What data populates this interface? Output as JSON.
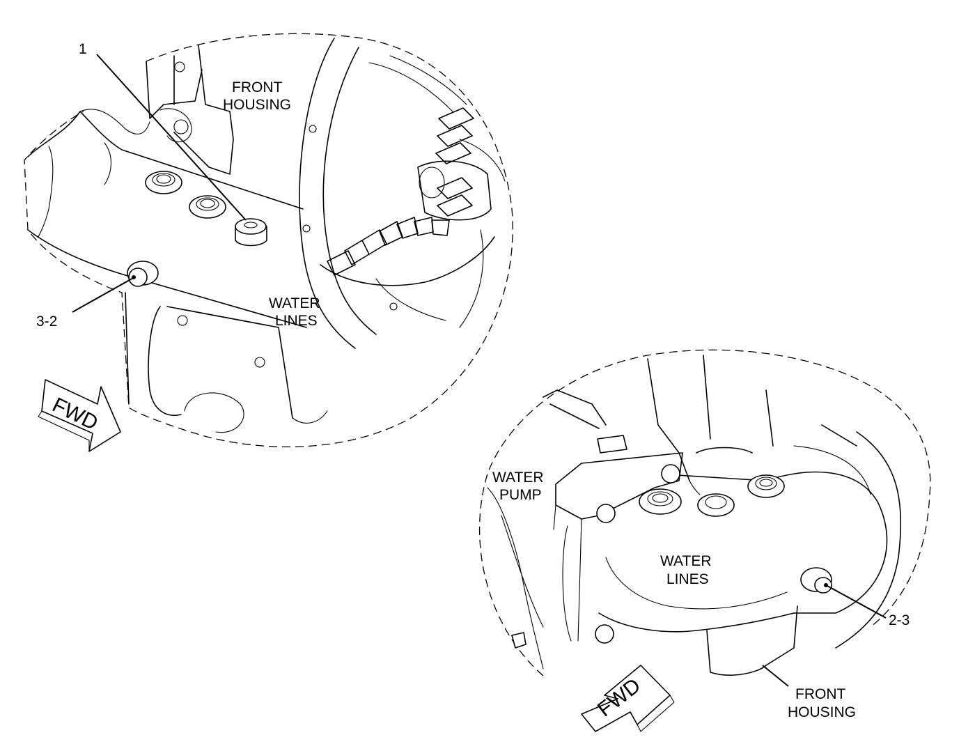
{
  "view_top": {
    "callouts": [
      "1",
      "3-2"
    ],
    "labels": {
      "front_housing": [
        "FRONT",
        "HOUSING"
      ],
      "water_lines": [
        "WATER",
        "LINES"
      ]
    },
    "fwd_arrow": "FWD"
  },
  "view_bottom": {
    "callouts": [
      "2-3"
    ],
    "labels": {
      "water_pump": [
        "WATER",
        "PUMP"
      ],
      "water_lines": [
        "WATER",
        "LINES"
      ],
      "front_housing": [
        "FRONT",
        "HOUSING"
      ]
    },
    "fwd_arrow": "FWD"
  }
}
